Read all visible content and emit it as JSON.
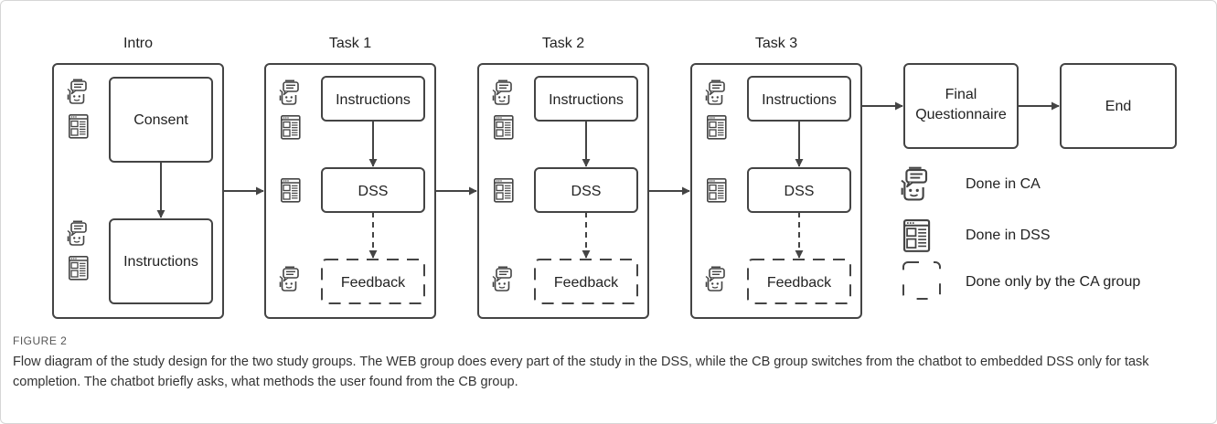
{
  "columns": [
    {
      "title": "Intro",
      "steps": [
        "Consent",
        "Instructions"
      ]
    },
    {
      "title": "Task 1",
      "steps": [
        "Instructions",
        "DSS",
        "Feedback"
      ]
    },
    {
      "title": "Task 2",
      "steps": [
        "Instructions",
        "DSS",
        "Feedback"
      ]
    },
    {
      "title": "Task 3",
      "steps": [
        "Instructions",
        "DSS",
        "Feedback"
      ]
    }
  ],
  "final_questionnaire": {
    "line1": "Final",
    "line2": "Questionnaire"
  },
  "end_label": "End",
  "legend": {
    "ca": "Done in CA",
    "dss": "Done in DSS",
    "ca_group": "Done only by the CA group"
  },
  "icons": [
    "robot-chat-icon",
    "dss-window-icon"
  ],
  "colors": {
    "stroke": "#444444",
    "text": "#222222"
  },
  "caption": {
    "label": "FIGURE 2",
    "text": "Flow diagram of the study design for the two study groups. The WEB group does every part of the study in the DSS, while the CB group switches from the chatbot to embedded DSS only for task completion. The chatbot briefly asks, what methods the user found from the CB group."
  }
}
